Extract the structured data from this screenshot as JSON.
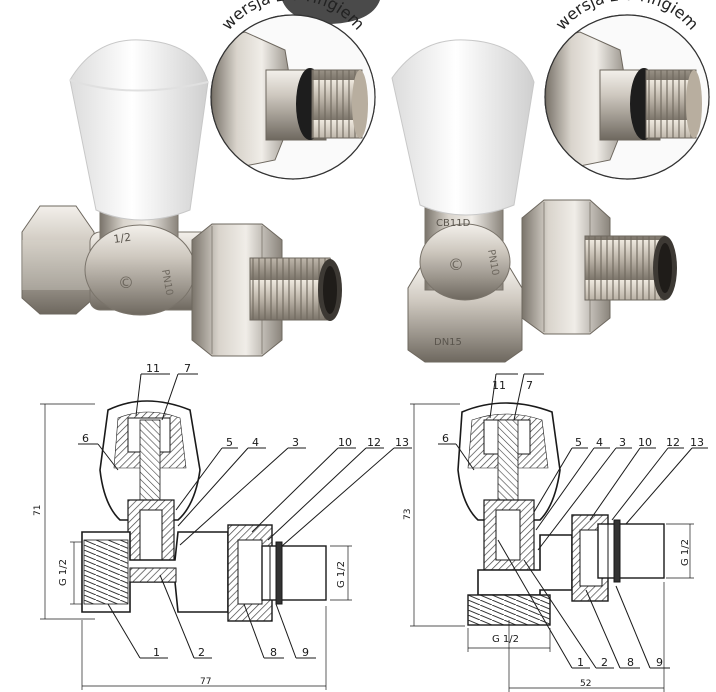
{
  "badges": {
    "left": "wersja z o-ringiem",
    "right": "wersja z o-ringiem"
  },
  "valve_markings": {
    "left_body_size": "1/2",
    "left_side": "PN10",
    "right_body": "CB11D",
    "right_side": "PN10",
    "right_bottom": "DN15"
  },
  "drawing_left": {
    "part_numbers": [
      "11",
      "7",
      "6",
      "5",
      "4",
      "3",
      "10",
      "12",
      "13",
      "1",
      "2",
      "8",
      "9"
    ],
    "height_dim": "71",
    "width_dim": "77",
    "thread_left": "G 1/2",
    "thread_right": "G 1/2"
  },
  "drawing_right": {
    "part_numbers": [
      "11",
      "7",
      "6",
      "5",
      "4",
      "3",
      "10",
      "12",
      "13",
      "1",
      "2",
      "8",
      "9"
    ],
    "height_dim": "73",
    "width_dim": "52",
    "thread_bottom": "G 1/2",
    "thread_right": "G 1/2"
  },
  "colors": {
    "nickel_light": "#e6e2dc",
    "nickel_mid": "#b6b0a6",
    "nickel_dark": "#6f6a62",
    "cap_white": "#f4f4f4",
    "dark_disc": "#4a4a4a",
    "line": "#1a1a1a",
    "hatch": "#555555"
  }
}
